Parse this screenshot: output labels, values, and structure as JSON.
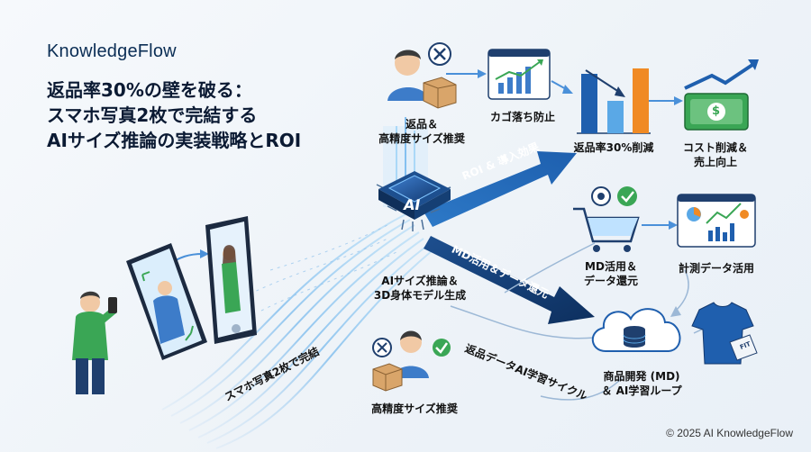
{
  "brand": "KnowledgeFlow",
  "title_lines": [
    "返品率30%の壁を破る：",
    "スマホ写真2枚で完結する",
    "AIサイズ推論の実装戦略とROI"
  ],
  "chip_label": "AI",
  "nodes": {
    "return_high_precision": [
      "返品＆",
      "高精度サイズ推奨"
    ],
    "cart_abandon": "カゴ落ち防止",
    "return_rate_reduction": "返品率30%削減",
    "cost_revenue": [
      "コスト削減＆",
      "売上向上"
    ],
    "md_data": [
      "MD活用＆",
      "データ還元"
    ],
    "measurement": "計測データ活用",
    "ai_inference": [
      "AIサイズ推論＆",
      "3D身体モデル生成"
    ],
    "high_precision": "高精度サイズ推奨",
    "md_ai_loop": [
      "商品開発 (MD)",
      "＆ AI学習ループ"
    ]
  },
  "paths": {
    "roi": "ROI & 導入効果",
    "md_return": "MD活用＆データ還元",
    "two_photos": "スマホ写真2枚で完結",
    "return_cycle": "返品データAI学習サイクル"
  },
  "icons": {
    "price_tag": "FIT",
    "dollar": "$"
  },
  "colors": {
    "navy": "#0b2e55",
    "blue": "#1f5fae",
    "light_blue": "#5aa8e6",
    "orange": "#f08a24",
    "green": "#3aa655"
  },
  "copyright": "© 2025 AI KnowledgeFlow"
}
